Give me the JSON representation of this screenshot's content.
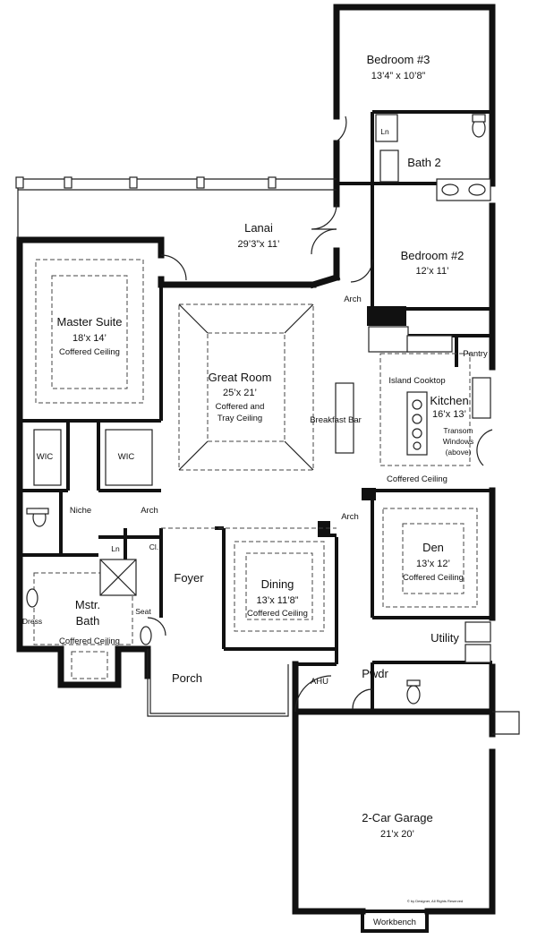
{
  "rooms": {
    "bedroom3": {
      "name": "Bedroom #3",
      "dims": "13’4” x 10’8”"
    },
    "bath2": {
      "name": "Bath 2"
    },
    "ln_bath2": "Ln",
    "lanai": {
      "name": "Lanai",
      "dims": "29’3”x 11’"
    },
    "bedroom2": {
      "name": "Bedroom #2",
      "dims": "12’x 11’"
    },
    "arch_upper": "Arch",
    "master": {
      "name": "Master Suite",
      "dims": "18’x 14’",
      "ceiling": "Coffered Ceiling"
    },
    "great": {
      "name": "Great Room",
      "dims": "25’x 21’",
      "ceiling1": "Coffered and",
      "ceiling2": "Tray Ceiling"
    },
    "pantry": "Pantry",
    "island_cooktop": "Island Cooktop",
    "kitchen": {
      "name": "Kitchen",
      "dims": "16’x 13’"
    },
    "breakfast_bar": "Breakfast Bar",
    "transom": {
      "line1": "Transom",
      "line2": "Windows",
      "line3": "(above)"
    },
    "kitchen_ceiling": "Coffered Ceiling",
    "wic_left": "WIC",
    "wic_right": "WIC",
    "niche": "Niche",
    "arch_left": "Arch",
    "arch_den": "Arch",
    "ln_master": "Ln",
    "cl": "Cl.",
    "foyer": "Foyer",
    "den": {
      "name": "Den",
      "dims": "13’x 12’",
      "ceiling": "Coffered Ceiling"
    },
    "dining": {
      "name": "Dining",
      "dims": "13’x 11’8”",
      "ceiling": "Coffered Ceiling"
    },
    "mstr_bath": {
      "line1": "Mstr.",
      "line2": "Bath",
      "ceiling": "Coffered Ceiling"
    },
    "seat": "Seat",
    "dress": "Dress",
    "utility": "Utility",
    "ahu": "AHU",
    "pwdr": "Pwdr",
    "porch": "Porch",
    "garage": {
      "name": "2-Car Garage",
      "dims": "21’x 20’"
    },
    "workbench": "Workbench"
  },
  "copyright": "© by Designer, All Rights Reserved"
}
